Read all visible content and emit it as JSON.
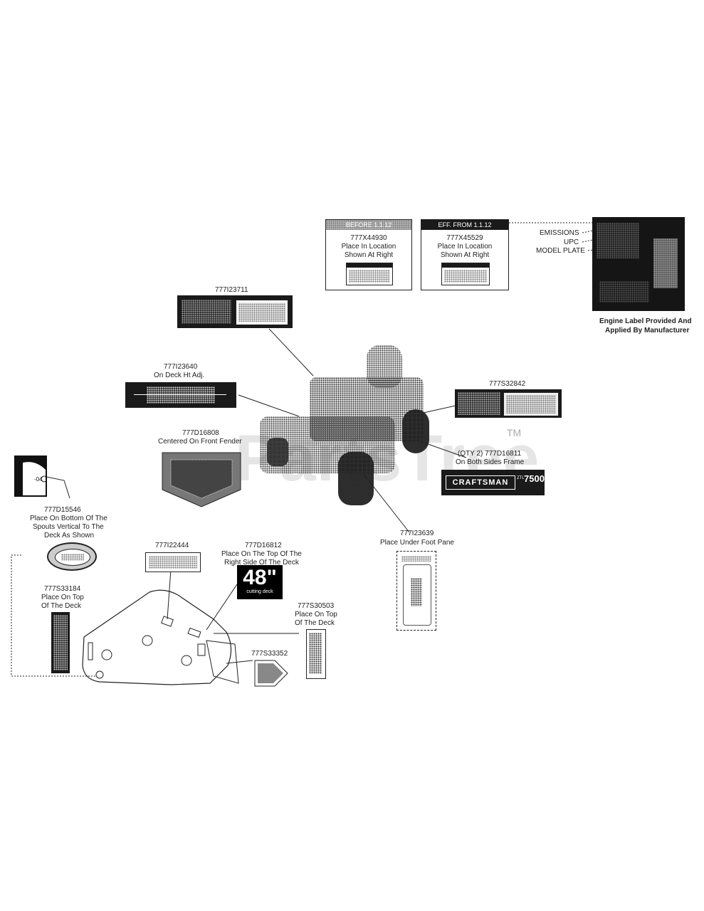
{
  "watermark": {
    "text": "PartsTree",
    "tm": "TM"
  },
  "engine_labels": {
    "box1": {
      "header": "BEFORE 1.1.12",
      "part": "777X44930",
      "line1": "Place In Location",
      "line2": "Shown At Right"
    },
    "box2": {
      "header": "EFF. FROM 1.1.12",
      "part": "777X45529",
      "line1": "Place In Location",
      "line2": "Shown At Right"
    },
    "callouts": [
      "EMISSIONS",
      "UPC",
      "MODEL PLATE"
    ],
    "note1": "Engine Label Provided And",
    "note2": "Applied By Manufacturer"
  },
  "parts": {
    "p777I23711": {
      "number": "777I23711"
    },
    "p777I23640": {
      "number": "777I23640",
      "desc": "On Deck Ht Adj."
    },
    "p777S32842": {
      "number": "777S32842"
    },
    "p777D16808": {
      "number": "777D16808",
      "desc": "Centered On Front Fender"
    },
    "p777D16811": {
      "number": "(QTY 2) 777D16811",
      "desc": "On Both Sides Frame",
      "brand": "CRAFTSMAN",
      "model": "7500",
      "model_prefix": "ZTL"
    },
    "p777D15546": {
      "number": "777D15546",
      "desc1": "Place On Bottom Of The",
      "desc2": "Spouts Vertical To The",
      "desc3": "Deck As Shown"
    },
    "p777I22444": {
      "number": "777I22444"
    },
    "p777D16812": {
      "number": "777D16812",
      "desc1": "Place On The Top Of The",
      "desc2": "Right Side Of The Deck",
      "size": "48\"",
      "sub": "cutting deck"
    },
    "p777I23639": {
      "number": "777I23639",
      "desc": "Place Under Foot Pane"
    },
    "p777S33184": {
      "number": "777S33184",
      "desc1": "Place On Top",
      "desc2": "Of The Deck"
    },
    "p777S30503": {
      "number": "777S30503",
      "desc1": "Place On Top",
      "desc2": "Of The Deck"
    },
    "p777S33352": {
      "number": "777S33352"
    }
  }
}
